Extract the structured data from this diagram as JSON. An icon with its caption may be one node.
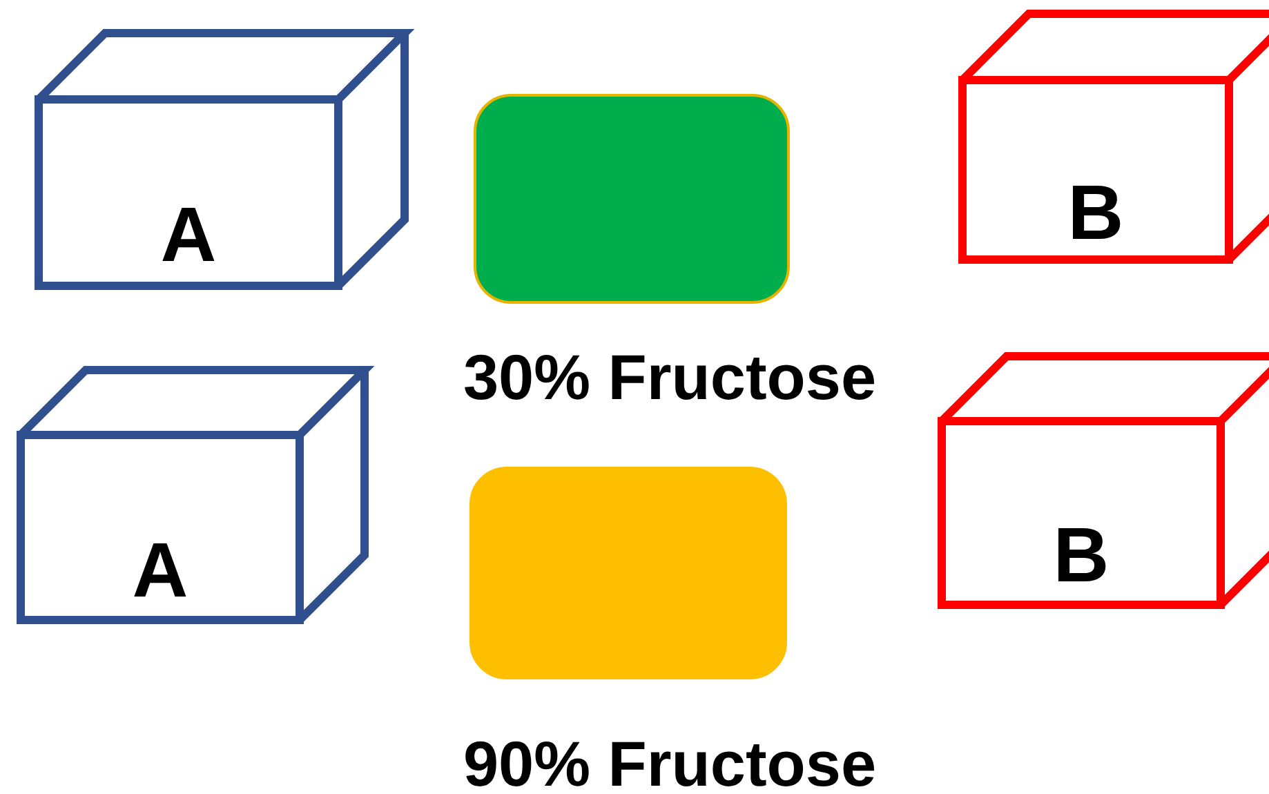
{
  "diagram": {
    "nodes": [
      {
        "text": [
          "A"
        ]
      },
      {
        "text": [],
        "shape": "box",
        "beside": [
          "30% Fructose"
        ]
      },
      {
        "text": [
          "B"
        ]
      },
      {
        "text": [
          "A"
        ]
      },
      {
        "text": [],
        "shape": "box",
        "beside": [
          "90% Fructose"
        ]
      },
      {
        "text": [
          "B"
        ]
      }
    ]
  }
}
